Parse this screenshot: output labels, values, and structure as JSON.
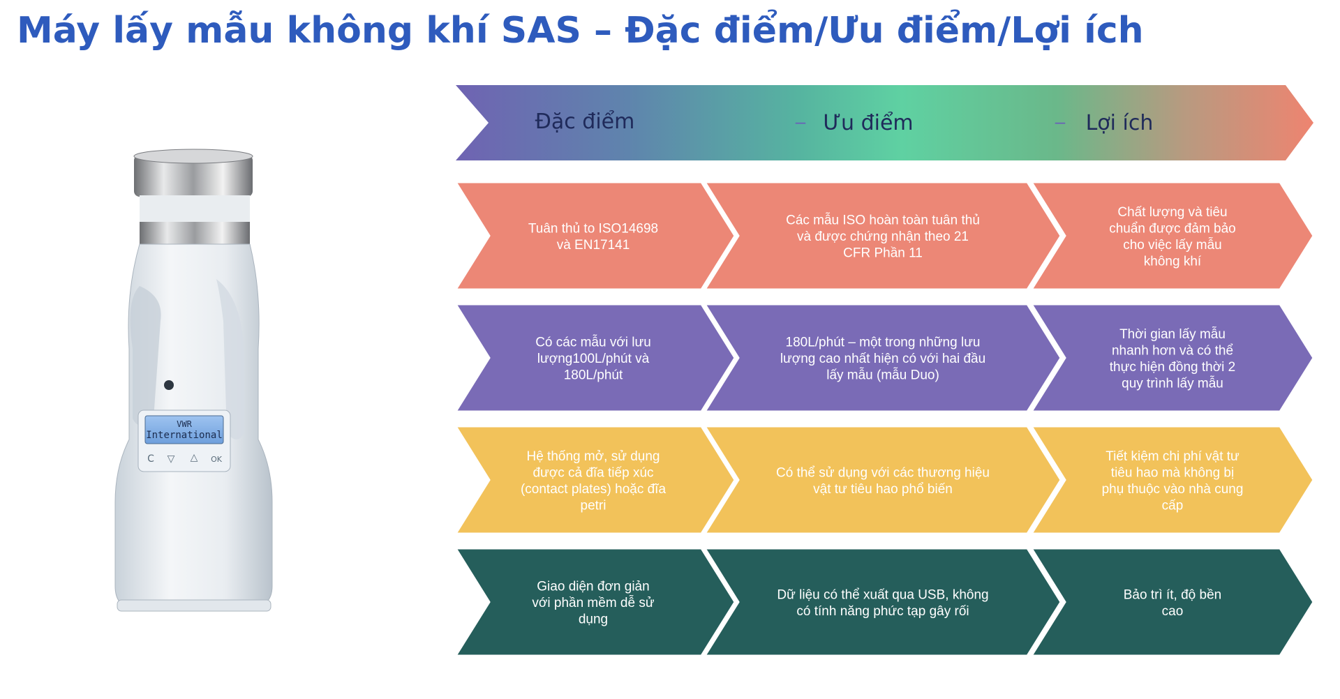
{
  "title": "Máy lấy mẫu không khí SAS – Đặc điểm/Ưu điểm/Lợi ích",
  "header": {
    "labels": [
      "Đặc điểm",
      "Ưu điểm",
      "Lợi ích"
    ],
    "dash": "–"
  },
  "device": {
    "screen_line1": "VWR",
    "screen_line2": "International",
    "buttons": [
      "C",
      "▽",
      "△",
      "OK"
    ]
  },
  "colors": {
    "title": "#2e5bbd",
    "salmon": "#ec8776",
    "purple": "#7a6bb6",
    "yellow": "#f2c25a",
    "teal": "#255e5b"
  },
  "rows": [
    {
      "color": "#ec8776",
      "cells": [
        [
          "Tuân thủ to ISO14698",
          "và EN17141"
        ],
        [
          "Các mẫu ISO hoàn toàn tuân thủ",
          "và được chứng nhận theo 21",
          "CFR Phần 11"
        ],
        [
          "Chất lượng và tiêu",
          "chuẩn được đảm bảo",
          "cho việc lấy mẫu",
          "không khí"
        ]
      ]
    },
    {
      "color": "#7a6bb6",
      "cells": [
        [
          "Có các mẫu với lưu",
          "lượng100L/phút và",
          "180L/phút"
        ],
        [
          "180L/phút – một trong những lưu",
          "lượng cao nhất hiện có với hai đầu",
          "lấy mẫu (mẫu Duo)"
        ],
        [
          "Thời gian lấy mẫu",
          "nhanh hơn và có thể",
          "thực hiện đồng thời 2",
          "quy trình lấy mẫu"
        ]
      ]
    },
    {
      "color": "#f2c25a",
      "cells": [
        [
          "Hệ thống mở, sử dụng",
          "được cả đĩa tiếp xúc",
          "(contact plates) hoặc đĩa",
          "petri"
        ],
        [
          "Có thể sử dụng với các thương hiệu",
          "vật tư tiêu hao phổ biến"
        ],
        [
          "Tiết kiệm chi phí vật tư",
          "tiêu hao mà không bị",
          "phụ thuộc vào nhà cung",
          "cấp"
        ]
      ]
    },
    {
      "color": "#255e5b",
      "cells": [
        [
          "Giao diện đơn giản",
          "với phần mềm dễ sử",
          "dụng"
        ],
        [
          "Dữ liệu có thể xuất qua USB, không",
          "có tính năng phức tạp gây rối"
        ],
        [
          "Bảo trì ít, độ bền",
          "cao"
        ]
      ]
    }
  ]
}
